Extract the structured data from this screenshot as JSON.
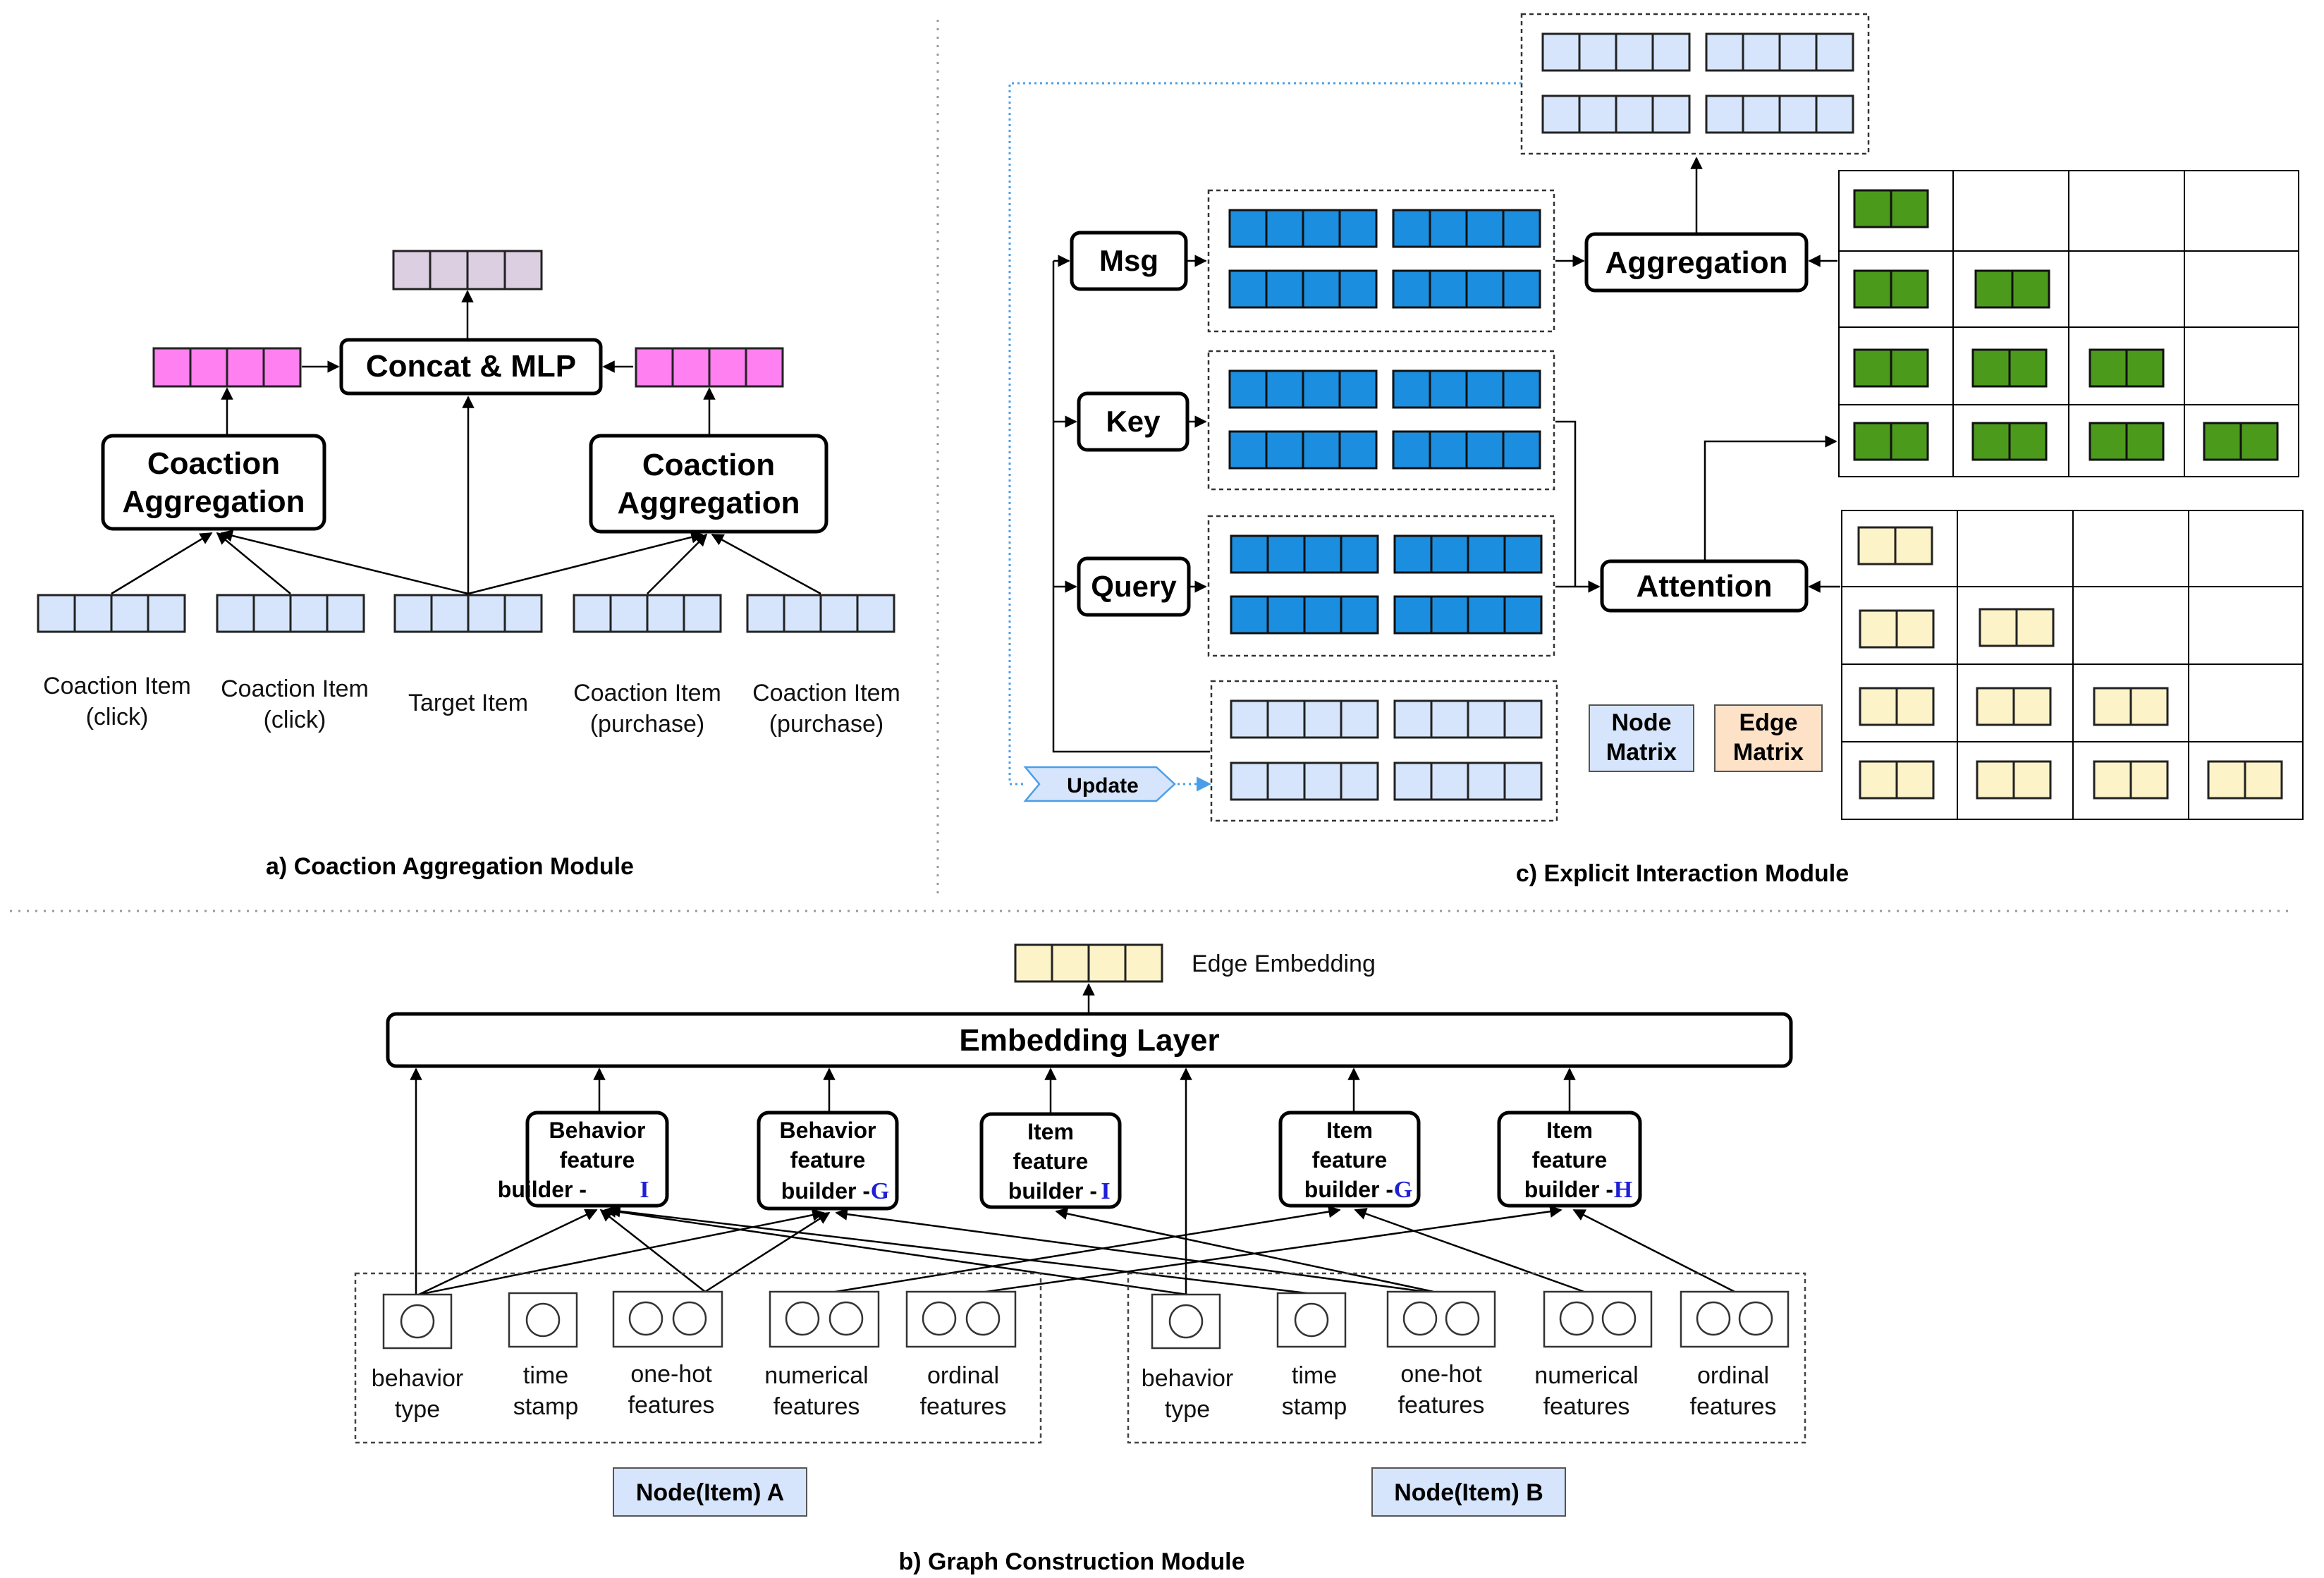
{
  "colors": {
    "pink": "#ff80f0",
    "lavender": "#dccfe2",
    "lightblue": "#d6e5fb",
    "blue": "#1b8ee0",
    "green": "#4c9a1c",
    "yellow": "#fdf3c8",
    "peach": "#fde2c8",
    "update_arrow": "#4a9ee8",
    "dotted": "#8aa8d8"
  },
  "panel_a": {
    "caption": "a) Coaction Aggregation Module",
    "concat_label": "Concat & MLP",
    "coaction_left": [
      "Coaction",
      "Aggregation"
    ],
    "coaction_right": [
      "Coaction",
      "Aggregation"
    ],
    "items": [
      [
        "Coaction Item",
        "(click)"
      ],
      [
        "Coaction Item",
        "(click)"
      ],
      [
        "Target Item"
      ],
      [
        "Coaction Item",
        "(purchase)"
      ],
      [
        "Coaction Item",
        "(purchase)"
      ]
    ]
  },
  "panel_c": {
    "caption": "c) Explicit Interaction Module",
    "msg": "Msg",
    "key": "Key",
    "query": "Query",
    "aggregation": "Aggregation",
    "attention": "Attention",
    "update": "Update",
    "legend_node": [
      "Node",
      "Matrix"
    ],
    "legend_edge": [
      "Edge",
      "Matrix"
    ]
  },
  "panel_b": {
    "caption": "b) Graph Construction Module",
    "edge_embedding": "Edge Embedding",
    "embedding_layer": "Embedding Layer",
    "builders": [
      {
        "l1": "Behavior",
        "l2": "feature",
        "l3": "builder - ",
        "sym": "I"
      },
      {
        "l1": "Behavior",
        "l2": "feature",
        "l3": "builder - ",
        "sym": "G"
      },
      {
        "l1": "Item",
        "l2": "feature",
        "l3": "builder - ",
        "sym": "I"
      },
      {
        "l1": "Item",
        "l2": "feature",
        "l3": "builder - ",
        "sym": "G"
      },
      {
        "l1": "Item",
        "l2": "feature",
        "l3": "builder - ",
        "sym": "H"
      }
    ],
    "features_a": [
      [
        "behavior",
        "type"
      ],
      [
        "time",
        "stamp"
      ],
      [
        "one-hot",
        "features"
      ],
      [
        "numerical",
        "features"
      ],
      [
        "ordinal",
        "features"
      ]
    ],
    "features_b": [
      [
        "behavior",
        "type"
      ],
      [
        "time",
        "stamp"
      ],
      [
        "one-hot",
        "features"
      ],
      [
        "numerical",
        "features"
      ],
      [
        "ordinal",
        "features"
      ]
    ],
    "node_a": "Node(Item) A",
    "node_b": "Node(Item) B"
  }
}
